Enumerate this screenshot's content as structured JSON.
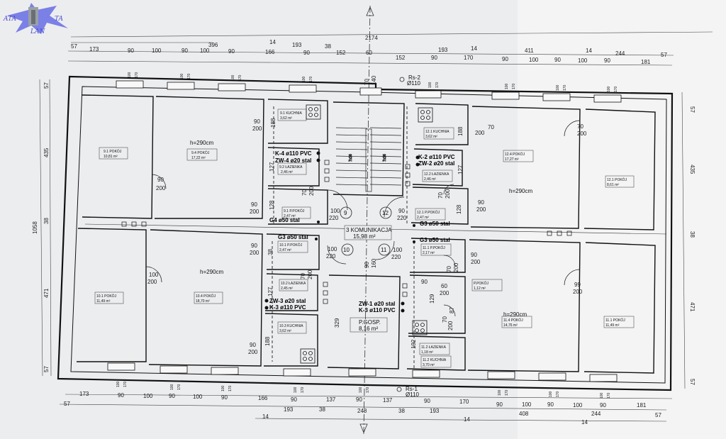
{
  "logo": {
    "left": "ATA",
    "right": "TA",
    "bottom": "LAN",
    "color": "#4a4fd0"
  },
  "top_dims": {
    "overall": "2174",
    "row1": [
      "396",
      "14",
      "193",
      "38"
    ],
    "row2": [
      "57",
      "173",
      "90",
      "100",
      "90",
      "100",
      "90",
      "166",
      "90",
      "152",
      "60",
      "152",
      "90",
      "170",
      "90",
      "100",
      "90",
      "100",
      "90",
      "181"
    ],
    "row2b": [
      "193",
      "14",
      "411",
      "14",
      "244",
      "57"
    ]
  },
  "bottom_dims": {
    "row1": [
      "173",
      "90",
      "100",
      "90",
      "100",
      "90",
      "166",
      "90",
      "137",
      "90",
      "137",
      "90",
      "170",
      "90",
      "100",
      "90",
      "100",
      "90",
      "181"
    ],
    "row2": [
      "57",
      "193",
      "38",
      "248",
      "38",
      "193",
      "408",
      "14",
      "244",
      "57"
    ],
    "row3": [
      "14",
      "14"
    ]
  },
  "side_dims": {
    "left": [
      "57",
      "435",
      "1058",
      "38",
      "471",
      "57"
    ],
    "right": [
      "57",
      "435",
      "38",
      "471",
      "57"
    ]
  },
  "window_dims": [
    "100",
    "170"
  ],
  "door_dims": [
    "90",
    "200",
    "100",
    "220",
    "70",
    "60",
    "87",
    "99"
  ],
  "height_label": "h=290cm",
  "rooms": [
    {
      "no": "9.1 POKÓJ",
      "area": "10,81 m²"
    },
    {
      "no": "9.4 POKÓJ",
      "area": "17,22 m²"
    },
    {
      "no": "9.1 KUCHNIA",
      "area": "3,62 m²"
    },
    {
      "no": "9.2 ŁAZIENKA",
      "area": "2,46 m²"
    },
    {
      "no": "9.1 P.POKÓJ",
      "area": "2,47 m²"
    },
    {
      "no": "12.1 KUCHNIA",
      "area": "3,62 m²"
    },
    {
      "no": "12.2 ŁAZIENKA",
      "area": "2,46 m²"
    },
    {
      "no": "12.1 P.POKÓJ",
      "area": "2,47 m²"
    },
    {
      "no": "12.4 POKÓJ",
      "area": "17,27 m²"
    },
    {
      "no": "12.1 POKÓJ",
      "area": "8,61 m²"
    },
    {
      "no": "10.1 POKÓJ",
      "area": "11,49 m²"
    },
    {
      "no": "10.4 POKÓJ",
      "area": "18,70 m²"
    },
    {
      "no": "10.1 P.POKÓJ",
      "area": "2,47 m²"
    },
    {
      "no": "10.2 ŁAZIENKA",
      "area": "2,45 m²"
    },
    {
      "no": "10.3 KUCHNIA",
      "area": "3,62 m²"
    },
    {
      "no": "3 KOMUNIKACJA",
      "area": "15,98 m²"
    },
    {
      "no": "P.GOSP.",
      "area": "8,16 m²"
    },
    {
      "no": "11.1 P.POKÓJ",
      "area": "2,17 m²"
    },
    {
      "no": "P.POKÓJ",
      "area": "1,12 m²"
    },
    {
      "no": "11.2 ŁAZIENKA",
      "area": "1,18 m²"
    },
    {
      "no": "11.2 KUCHNIA",
      "area": "3,70 m²"
    },
    {
      "no": "11.4 POKÓJ",
      "area": "14,76 m²"
    },
    {
      "no": "11.1 POKÓJ",
      "area": "11,49 m²"
    }
  ],
  "pipes": {
    "k4": "K-4 ø110 PVC",
    "zw4": "ZW-4 ø20 stal",
    "k2": "K-2 ø110 PVC",
    "zw2": "ZW-2 ø20 stal",
    "g4": "G4 ø50 stal",
    "g3a": "G3 ø50 stal",
    "g3b": "G3 ø50 stal",
    "g3c": "G3 ø50 stal",
    "zw3": "ZW-3 ø20 stal",
    "k3a": "K-3 ø110 PVC",
    "zw1": "ZW-1 ø20 stal",
    "k3b": "K-3 ø110 PVC",
    "rs2": "Rs-2",
    "rs2d": "Ø110",
    "rs1": "Rs-1",
    "rs1d": "Ø110"
  },
  "stairs": {
    "a": "7x16",
    "b": "7x16"
  },
  "door_marks": [
    "9",
    "12",
    "10",
    "11"
  ],
  "misc_dims": [
    "188",
    "127",
    "128",
    "329",
    "192",
    "129",
    "70",
    "140",
    "160",
    "90",
    "38"
  ]
}
